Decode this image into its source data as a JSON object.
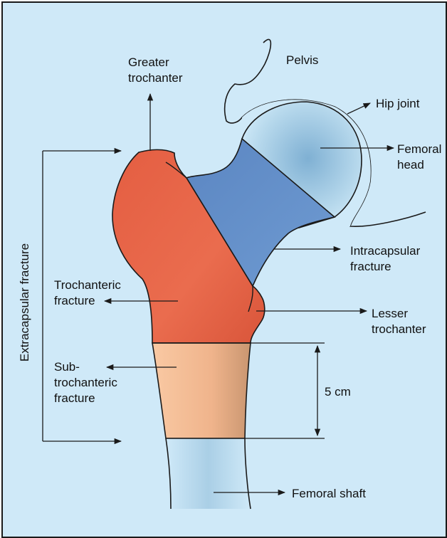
{
  "labels": {
    "pelvis": "Pelvis",
    "greater_trochanter": "Greater\ntrochanter",
    "hip_joint": "Hip joint",
    "femoral_head": "Femoral\nhead",
    "intracapsular_fracture": "Intracapsular\nfracture",
    "trochanteric_fracture": "Trochanteric\nfracture",
    "lesser_trochanter": "Lesser\ntrochanter",
    "subtrochanteric_fracture": "Sub-\ntrochanteric\nfracture",
    "distance": "5 cm",
    "femoral_shaft": "Femoral shaft",
    "extracapsular_fracture": "Extracapsular fracture"
  },
  "colors": {
    "background": "#cfe9f8",
    "trochanteric_region": "#e8664a",
    "intracapsular_region": "#5f8fcb",
    "subtrochanteric_region": "#f7c09a",
    "bone_shading": "#a9cfe6",
    "outline": "#1a1a1a"
  }
}
